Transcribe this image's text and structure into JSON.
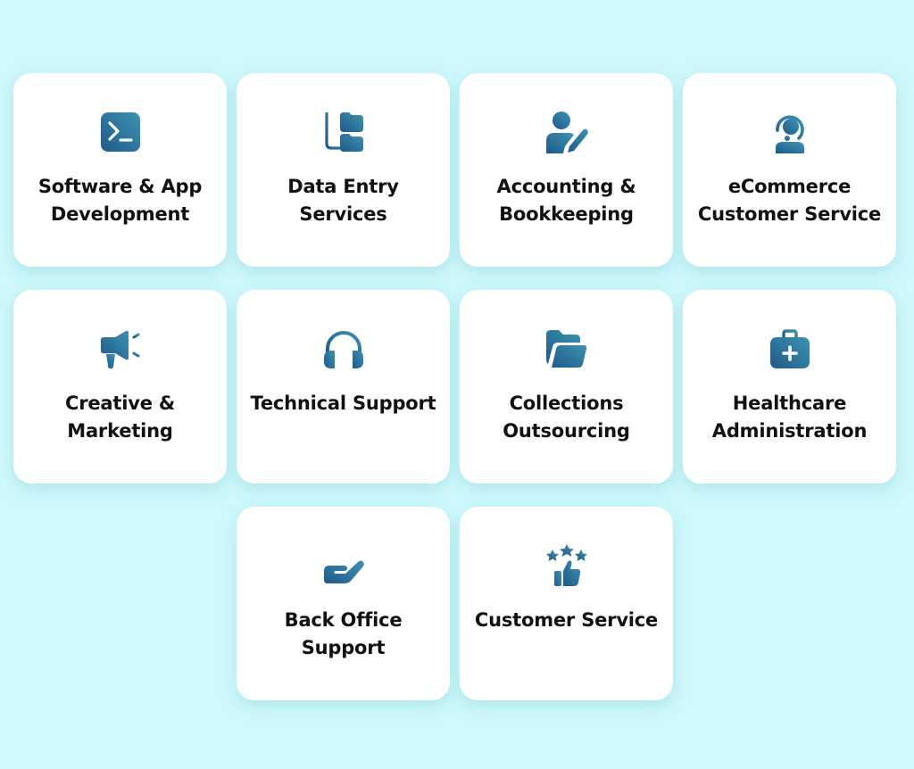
{
  "colors": {
    "background": "#cff9fc",
    "card": "#ffffff",
    "icon_gradient_start": "#1f5a8a",
    "icon_gradient_end": "#3d93b0",
    "title_text": "#111111"
  },
  "services": [
    {
      "title": "Software & App\nDevelopment",
      "icon": "terminal-icon"
    },
    {
      "title": "Data Entry\nServices",
      "icon": "folder-tree-icon"
    },
    {
      "title": "Accounting &\nBookkeeping",
      "icon": "user-pen-icon"
    },
    {
      "title": "eCommerce\nCustomer Service",
      "icon": "headset-agent-icon"
    },
    {
      "title": "Creative &\nMarketing",
      "icon": "megaphone-icon"
    },
    {
      "title": "Technical Support",
      "icon": "headphones-icon"
    },
    {
      "title": "Collections\nOutsourcing",
      "icon": "folder-open-icon"
    },
    {
      "title": "Healthcare\nAdministration",
      "icon": "medical-kit-icon"
    },
    {
      "title": "Back Office\nSupport",
      "icon": "hand-holding-plus-icon"
    },
    {
      "title": "Customer Service",
      "icon": "thumbs-up-stars-icon"
    }
  ]
}
